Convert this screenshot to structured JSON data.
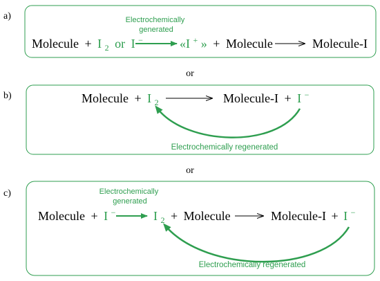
{
  "colors": {
    "accent": "#2e9e4f",
    "text": "#000000"
  },
  "panel_a": {
    "label": "a)",
    "molecule": "Molecule",
    "plus1": "+",
    "i": "I",
    "i_sub": "2",
    "or_word": "or",
    "i_minus": "I",
    "minus_sup": "−",
    "arrow_label_line1": "Electrochemically",
    "arrow_label_line2": "generated",
    "iplus_open": "«I",
    "iplus_sup": "+",
    "iplus_close": "»",
    "plus2": "+",
    "molecule2": "Molecule",
    "product": "Molecule-I"
  },
  "separator_1": "or",
  "panel_b": {
    "label": "b)",
    "molecule": "Molecule",
    "plus": "+",
    "i": "I",
    "i_sub": "2",
    "product": "Molecule-I",
    "plus2": "+",
    "i_minus": "I",
    "minus_sup": "−",
    "regen_label": "Electrochemically regenerated"
  },
  "separator_2": "or",
  "panel_c": {
    "label": "c)",
    "molecule": "Molecule",
    "plus": "+",
    "i_minus": "I",
    "minus_sup": "−",
    "arrow_label_line1": "Electrochemically",
    "arrow_label_line2": "generated",
    "i": "I",
    "i_sub": "2",
    "plus2": "+",
    "molecule2": "Molecule",
    "product": "Molecule-I",
    "plus3": "+",
    "i_minus2": "I",
    "minus_sup2": "−",
    "regen_label": "Electrochemically regenerated"
  }
}
